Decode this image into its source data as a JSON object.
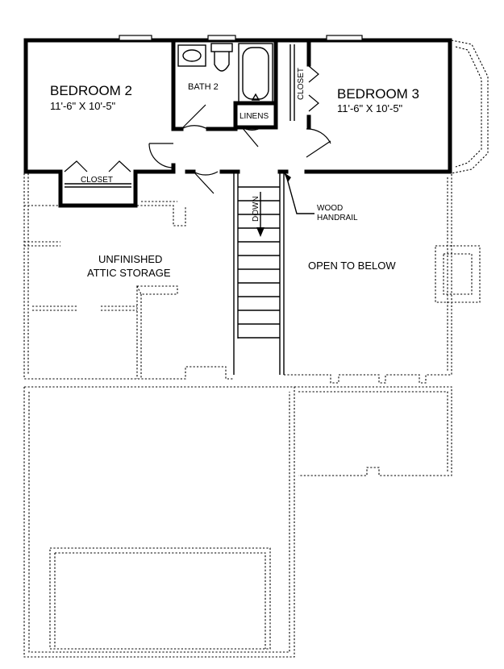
{
  "rooms": {
    "bedroom2": {
      "name": "BEDROOM 2",
      "dims": "11'-6\" X 10'-5\""
    },
    "bedroom3": {
      "name": "BEDROOM 3",
      "dims": "11'-6\" X 10'-5\""
    },
    "bath2": "BATH 2",
    "closet_left": "CLOSET",
    "closet_right": "CLOSET",
    "linens": "LINENS"
  },
  "stair": {
    "direction": "DOWN"
  },
  "handrail": [
    "WOOD",
    "HANDRAIL"
  ],
  "attic": [
    "UNFINISHED",
    "ATTIC STORAGE"
  ],
  "open_to_below": "OPEN TO BELOW"
}
